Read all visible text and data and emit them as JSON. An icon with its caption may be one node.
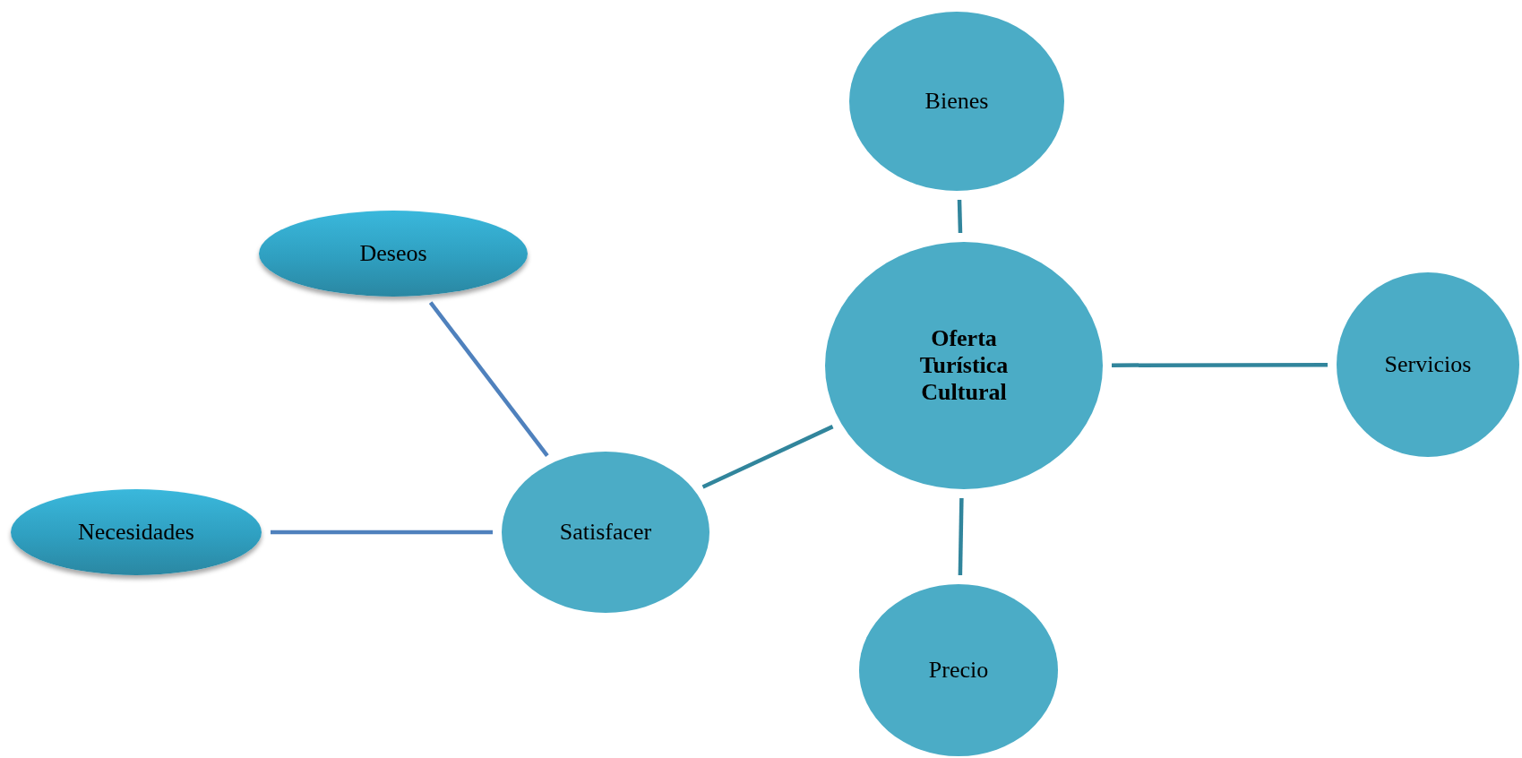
{
  "diagram": {
    "nodes": [
      {
        "text": [
          "Bienes"
        ]
      },
      {
        "text": [
          "Deseos"
        ]
      },
      {
        "text": [
          "Oferta Turística Cultural"
        ]
      },
      {
        "text": [
          "Servicios"
        ]
      },
      {
        "text": [
          "Necesidades"
        ]
      },
      {
        "text": [
          "Satisfacer"
        ]
      },
      {
        "text": [
          "Precio"
        ]
      }
    ],
    "edges": [
      {
        "from": 0,
        "to": 2,
        "arrow": "none"
      },
      {
        "from": 2,
        "to": 3,
        "arrow": "none"
      },
      {
        "from": 2,
        "to": 6,
        "arrow": "none"
      },
      {
        "from": 5,
        "to": 2,
        "arrow": "none"
      },
      {
        "from": 1,
        "to": 5,
        "arrow": "none",
        "color": "#4f81bd"
      },
      {
        "from": 4,
        "to": 5,
        "arrow": "none",
        "color": "#4f81bd"
      }
    ]
  }
}
